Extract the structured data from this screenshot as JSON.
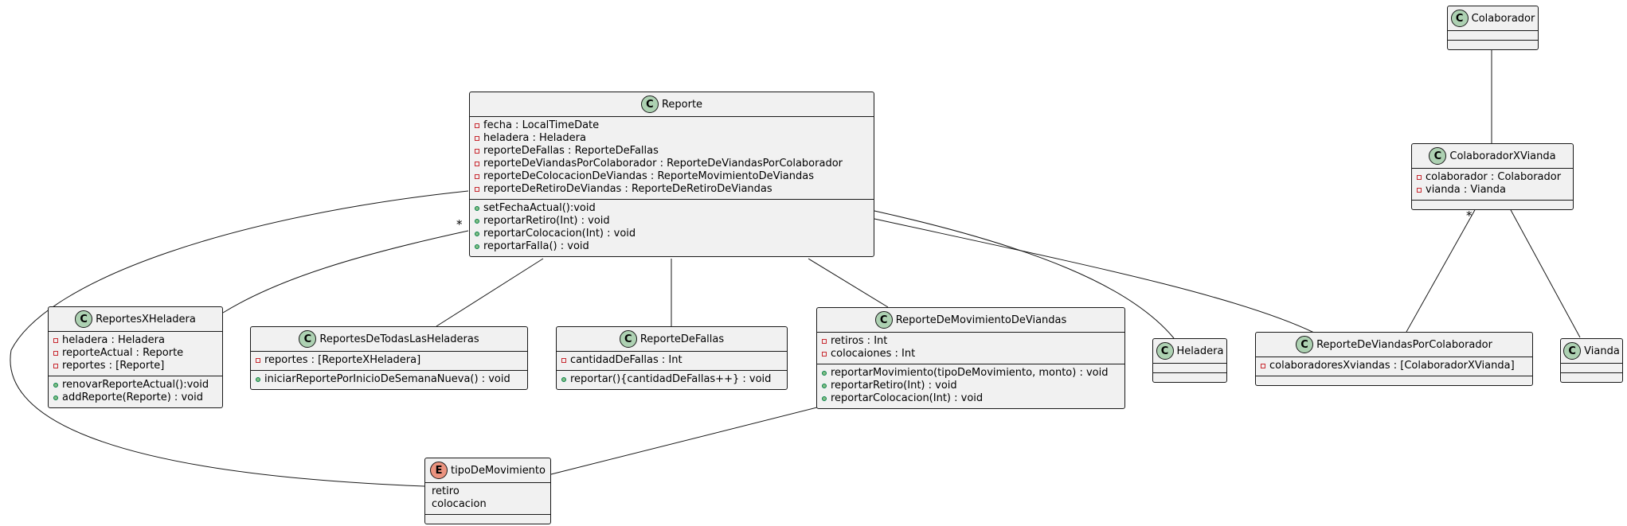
{
  "classes": {
    "reporte": {
      "name": "Reporte",
      "fields": [
        "fecha : LocalTimeDate",
        "heladera : Heladera",
        "reporteDeFallas : ReporteDeFallas",
        "reporteDeViandasPorColaborador : ReporteDeViandasPorColaborador",
        "reporteDeColocacionDeViandas : ReporteMovimientoDeViandas",
        "reporteDeRetiroDeViandas : ReporteDeRetiroDeViandas"
      ],
      "methods": [
        "setFechaActual():void",
        "reportarRetiro(Int) : void",
        "reportarColocacion(Int) : void",
        "reportarFalla() : void"
      ]
    },
    "colaborador": {
      "name": "Colaborador"
    },
    "colaboradorXVianda": {
      "name": "ColaboradorXVianda",
      "fields": [
        "colaborador : Colaborador",
        "vianda : Vianda"
      ]
    },
    "reportesXHeladera": {
      "name": "ReportesXHeladera",
      "fields": [
        "heladera : Heladera",
        "reporteActual : Reporte",
        "reportes : [Reporte]"
      ],
      "methods": [
        "renovarReporteActual():void",
        "addReporte(Reporte) : void"
      ]
    },
    "reportesDeTodasLasHeladeras": {
      "name": "ReportesDeTodasLasHeladeras",
      "fields": [
        "reportes : [ReporteXHeladera]"
      ],
      "methods": [
        "iniciarReportePorInicioDeSemanaNueva() : void"
      ]
    },
    "reporteDeFallas": {
      "name": "ReporteDeFallas",
      "fields": [
        "cantidadDeFallas : Int"
      ],
      "methods": [
        "reportar(){cantidadDeFallas++} : void"
      ]
    },
    "reporteDeMovimientoDeViandas": {
      "name": "ReporteDeMovimientoDeViandas",
      "fields": [
        "retiros : Int",
        "colocaiones : Int"
      ],
      "methods": [
        "reportarMovimiento(tipoDeMovimiento, monto) : void",
        "reportarRetiro(Int) : void",
        "reportarColocacion(Int) : void"
      ]
    },
    "heladera": {
      "name": "Heladera"
    },
    "reporteDeViandasPorColaborador": {
      "name": "ReporteDeViandasPorColaborador",
      "fields": [
        "colaboradoresXviandas : [ColaboradorXVianda]"
      ]
    },
    "vianda": {
      "name": "Vianda"
    },
    "tipoDeMovimiento": {
      "name": "tipoDeMovimiento",
      "literals": [
        "retiro",
        "colocacion"
      ]
    }
  },
  "class_badge": "C",
  "enum_badge": "E",
  "multiplicities": {
    "reporte_reportesXHeladera": "*",
    "colaboradorXVianda_reporteDeViandasPorColaborador": "*"
  },
  "colors": {
    "class_fill": "#f1f1f1",
    "class_badge": "#add1b2",
    "enum_badge": "#eb937f",
    "line": "#181818"
  }
}
